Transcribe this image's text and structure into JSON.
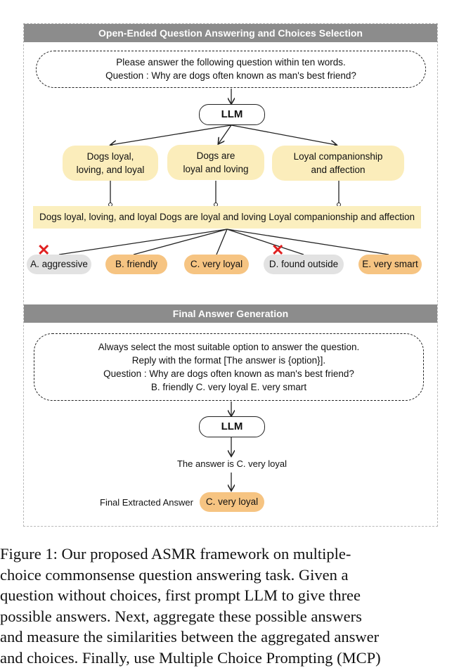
{
  "section1_title": "Open-Ended Question Answering and Choices Selection",
  "section2_title": "Final Answer Generation",
  "question_box": {
    "line1": "Please answer the following question within ten words.",
    "line2": "Question : Why are dogs often known as man's best friend?"
  },
  "llm_label": "LLM",
  "answers": [
    {
      "line1": "Dogs loyal,",
      "line2": "loving, and loyal"
    },
    {
      "line1": "Dogs are",
      "line2": "loyal and loving"
    },
    {
      "line1": "Loyal companionship",
      "line2": "and affection"
    }
  ],
  "aggregated": "Dogs loyal, loving, and loyal Dogs are loyal and loving Loyal companionship and affection",
  "choices": [
    {
      "label": "A. aggressive",
      "selected": false
    },
    {
      "label": "B. friendly",
      "selected": true
    },
    {
      "label": "C. very loyal",
      "selected": true
    },
    {
      "label": "D. found outside",
      "selected": false
    },
    {
      "label": "E. very smart",
      "selected": true
    }
  ],
  "colors": {
    "selected": "#f6c482",
    "rejected": "#e2e2e2",
    "answer_bg": "#fbedbb",
    "header": "#8c8c8c",
    "reject_mark": "#e02020"
  },
  "prompt_box": {
    "line1": "Always select the most suitable option to answer the question.",
    "line2": "Reply with the format  [The answer is {option}].",
    "line3": "Question : Why are dogs often known as man's best friend?",
    "line4": "B. friendly C. very loyal E. very smart"
  },
  "llm_output": "The answer is C. very loyal",
  "final_label": "Final Extracted Answer",
  "final_answer": "C. very loyal",
  "caption": [
    "Figure 1: Our proposed ASMR framework on multiple-",
    "choice commonsense question answering task. Given a",
    "question without choices, first prompt LLM to give three",
    "possible answers. Next, aggregate these possible answers",
    "and measure the similarities between the aggregated answer",
    "and choices. Finally, use Multiple Choice Prompting (MCP)"
  ]
}
